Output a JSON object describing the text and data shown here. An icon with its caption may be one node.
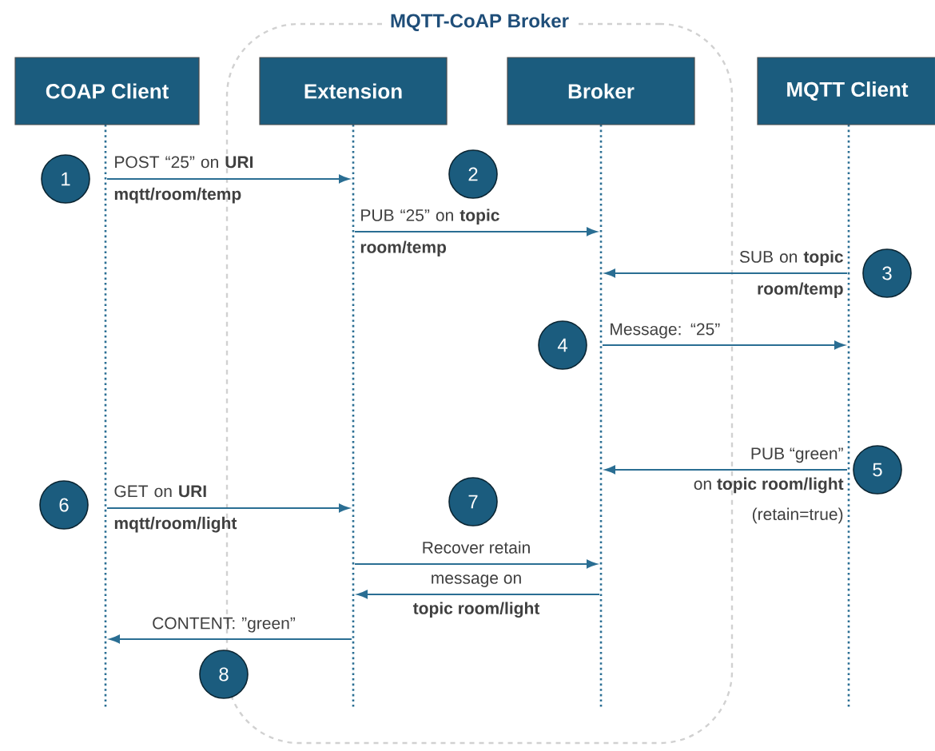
{
  "diagram": {
    "nodes": [
      {
        "text": [
          "MQTT-CoAP Broker"
        ]
      },
      {
        "text": [
          "COAP Client"
        ]
      },
      {
        "text": [
          "Extension"
        ],
        "in": 0
      },
      {
        "text": [
          "Broker"
        ],
        "in": 0
      },
      {
        "text": [
          "MQTT Client"
        ]
      },
      {
        "text": [
          "1"
        ]
      },
      {
        "text": [
          "2"
        ],
        "in": 0
      },
      {
        "text": [
          "3"
        ]
      },
      {
        "text": [
          "4"
        ],
        "in": 0
      },
      {
        "text": [
          "5"
        ]
      },
      {
        "text": [
          "6"
        ]
      },
      {
        "text": [
          "7"
        ],
        "in": 0
      },
      {
        "text": [
          "8"
        ]
      },
      {
        "text": [],
        "shape": "line"
      },
      {
        "text": [],
        "shape": "line",
        "in": 0
      },
      {
        "text": [],
        "shape": "line",
        "in": 0
      },
      {
        "text": [],
        "shape": "line"
      }
    ],
    "edges": [
      {
        "from": 13,
        "to": 14,
        "arrow": "to",
        "label": "POST “25” on **URI mqtt/room/temp**"
      },
      {
        "from": 14,
        "to": 15,
        "arrow": "to",
        "label": "PUB “25” on **topic room/temp**"
      },
      {
        "from": 16,
        "to": 15,
        "arrow": "to",
        "label": "SUB on **topic room/temp**"
      },
      {
        "from": 15,
        "to": 16,
        "arrow": "to",
        "label": "Message: “25”"
      },
      {
        "from": 16,
        "to": 15,
        "arrow": "to",
        "label": "PUB “green” on **topic room/light** (retain=true)"
      },
      {
        "from": 13,
        "to": 14,
        "arrow": "to",
        "label": "GET on **URI mqtt/room/light**"
      },
      {
        "from": 14,
        "to": 15,
        "arrow": "to",
        "label": "Recover retain message on **topic room/light**"
      },
      {
        "from": 15,
        "to": 14,
        "arrow": "to"
      },
      {
        "from": 14,
        "to": 13,
        "arrow": "to",
        "label": "CONTENT: ”green”"
      }
    ]
  }
}
